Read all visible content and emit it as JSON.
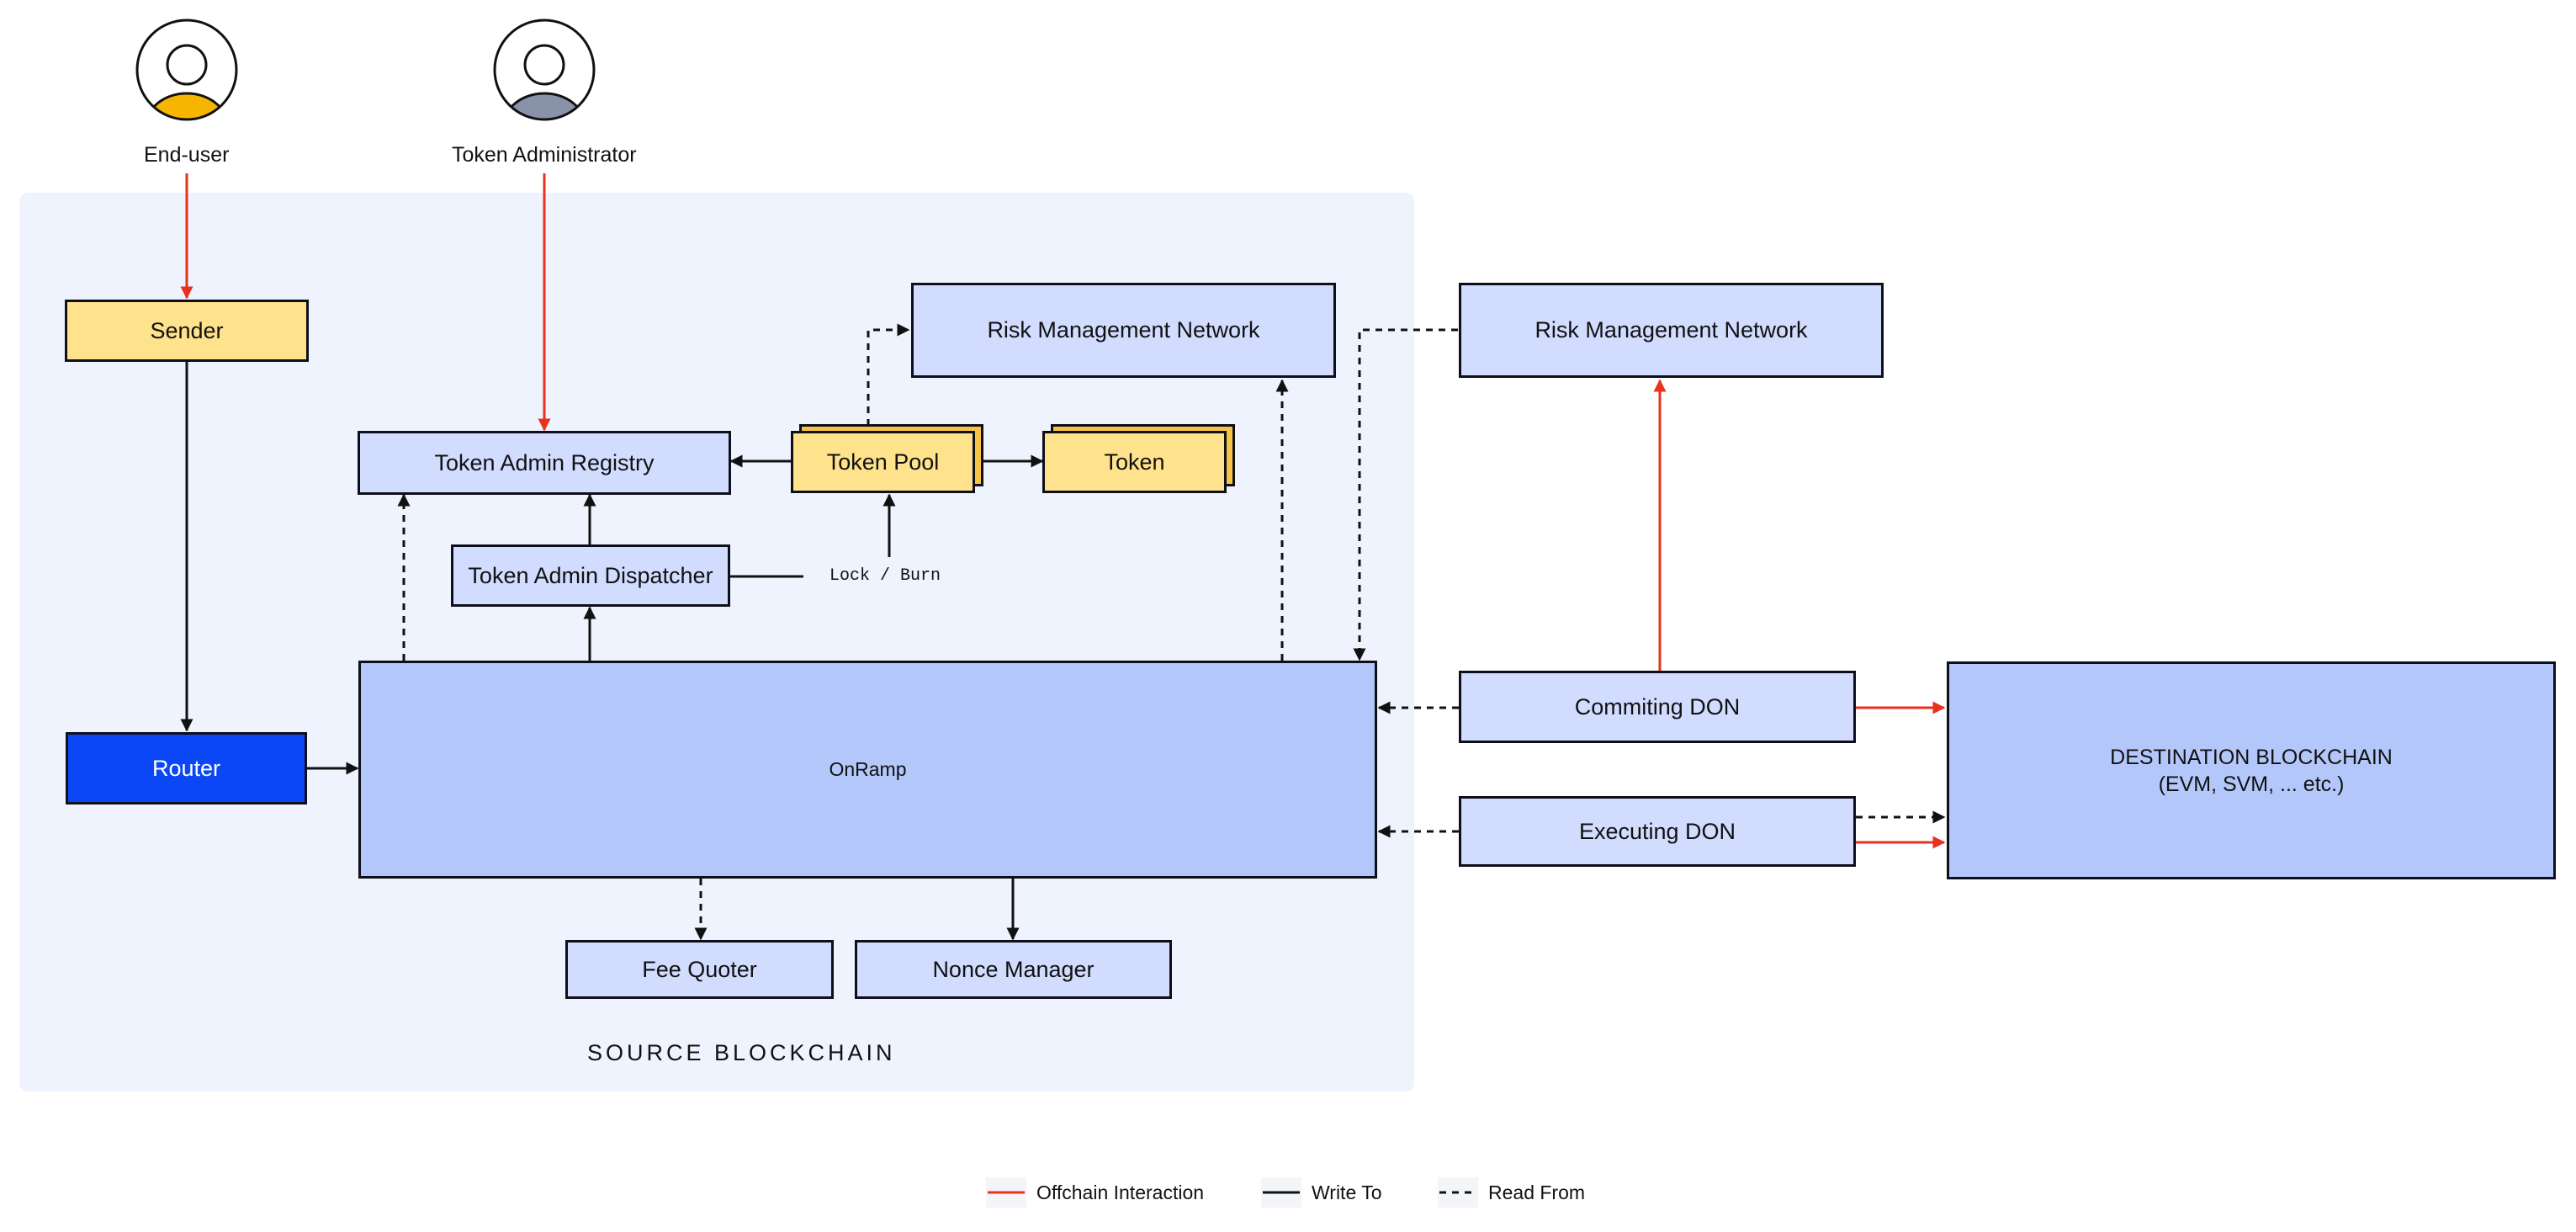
{
  "actors": {
    "end_user": "End-user",
    "token_admin": "Token Administrator"
  },
  "source": {
    "title": "SOURCE BLOCKCHAIN",
    "sender": "Sender",
    "router": "Router",
    "token_admin_registry": "Token Admin Registry",
    "token_admin_dispatcher": "Token Admin Dispatcher",
    "token_pool": "Token Pool",
    "token": "Token",
    "lock_burn": "Lock / Burn",
    "risk_mgmt": "Risk Management Network",
    "onramp": "OnRamp",
    "fee_quoter": "Fee Quoter",
    "nonce_manager": "Nonce Manager"
  },
  "offchain": {
    "risk_mgmt": "Risk Management Network",
    "committing_don": "Commiting DON",
    "executing_don": "Executing DON"
  },
  "destination": {
    "line1": "DESTINATION BLOCKCHAIN",
    "line2": "(EVM, SVM, ... etc.)"
  },
  "legend": {
    "offchain": "Offchain Interaction",
    "write": "Write To",
    "read": "Read From"
  },
  "colors": {
    "offchain_line": "#e8321e",
    "write_line": "#111111",
    "read_line": "#111111",
    "router_fill": "#0b47f7",
    "box_fill": "#d1dcfe",
    "onramp_fill": "#b3c7fa",
    "token_fill": "#ffe28c",
    "source_bg": "#eef3fe"
  }
}
